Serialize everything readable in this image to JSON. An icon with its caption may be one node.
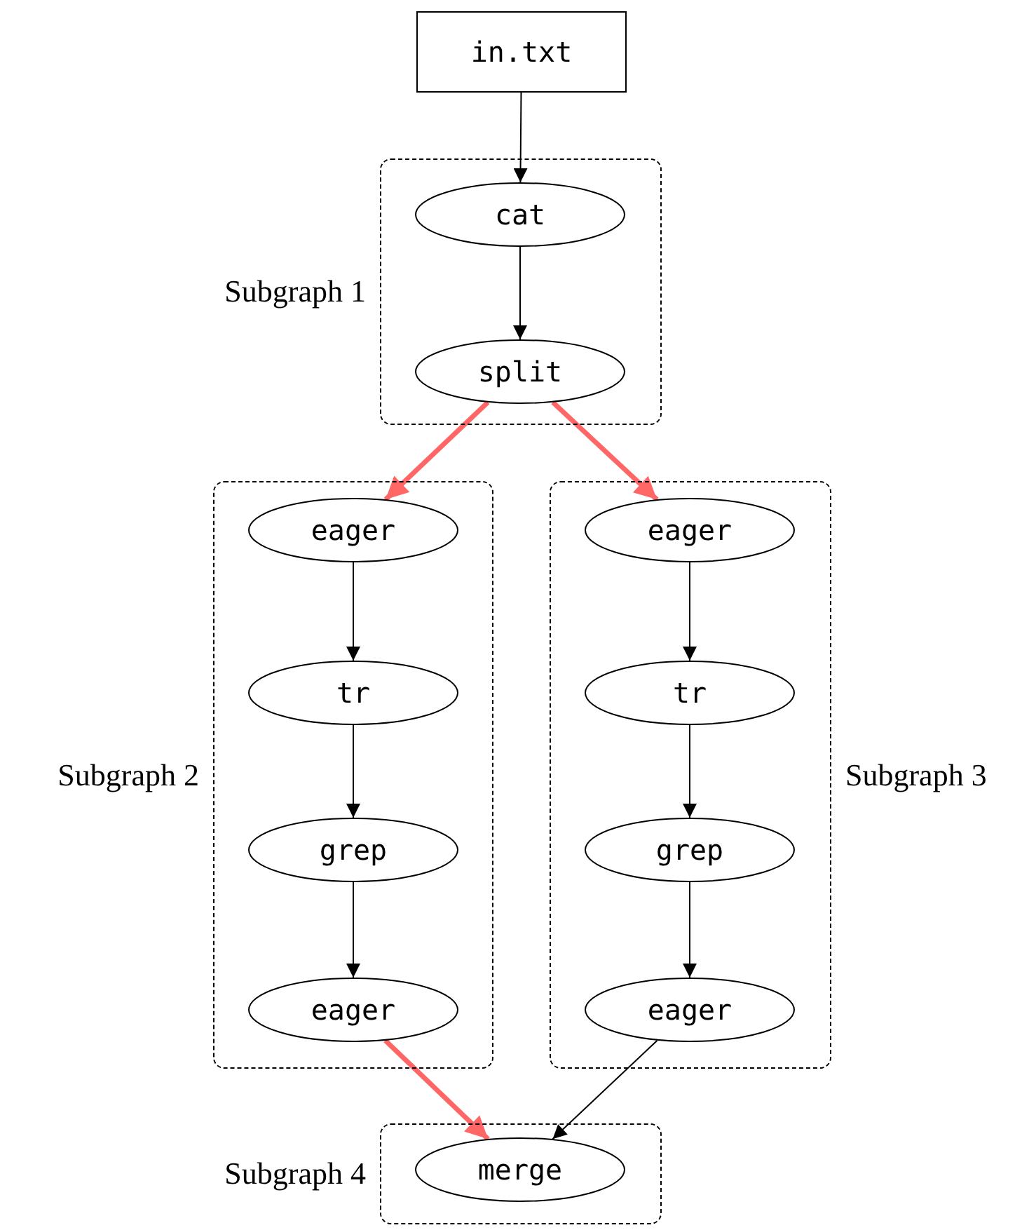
{
  "diagram": {
    "nodes": [
      {
        "text": [
          "in.txt"
        ]
      },
      {
        "text": [
          "Subgraph 1"
        ]
      },
      {
        "text": [
          "cat"
        ],
        "in": 1
      },
      {
        "text": [
          "split"
        ],
        "in": 1
      },
      {
        "text": [
          "Subgraph 2"
        ]
      },
      {
        "text": [
          "eager"
        ],
        "in": 4
      },
      {
        "text": [
          "tr"
        ],
        "in": 4
      },
      {
        "text": [
          "grep"
        ],
        "in": 4
      },
      {
        "text": [
          "eager"
        ],
        "in": 4
      },
      {
        "text": [
          "Subgraph 3"
        ]
      },
      {
        "text": [
          "eager"
        ],
        "in": 9
      },
      {
        "text": [
          "tr"
        ],
        "in": 9
      },
      {
        "text": [
          "grep"
        ],
        "in": 9
      },
      {
        "text": [
          "eager"
        ],
        "in": 9
      },
      {
        "text": [
          "Subgraph 4"
        ]
      },
      {
        "text": [
          "merge"
        ],
        "in": 14
      }
    ],
    "edges": [
      {
        "from": 0,
        "to": 2,
        "arrow": "to"
      },
      {
        "from": 2,
        "to": 3,
        "arrow": "to"
      },
      {
        "from": 3,
        "to": 5,
        "arrow": "to",
        "style": "thick",
        "color": "#ff6666"
      },
      {
        "from": 3,
        "to": 10,
        "arrow": "to",
        "style": "thick",
        "color": "#ff6666"
      },
      {
        "from": 5,
        "to": 6,
        "arrow": "to"
      },
      {
        "from": 6,
        "to": 7,
        "arrow": "to"
      },
      {
        "from": 7,
        "to": 8,
        "arrow": "to"
      },
      {
        "from": 10,
        "to": 11,
        "arrow": "to"
      },
      {
        "from": 11,
        "to": 12,
        "arrow": "to"
      },
      {
        "from": 12,
        "to": 13,
        "arrow": "to"
      },
      {
        "from": 8,
        "to": 15,
        "arrow": "to",
        "style": "thick",
        "color": "#ff6666"
      },
      {
        "from": 13,
        "to": 15,
        "arrow": "to"
      }
    ]
  }
}
